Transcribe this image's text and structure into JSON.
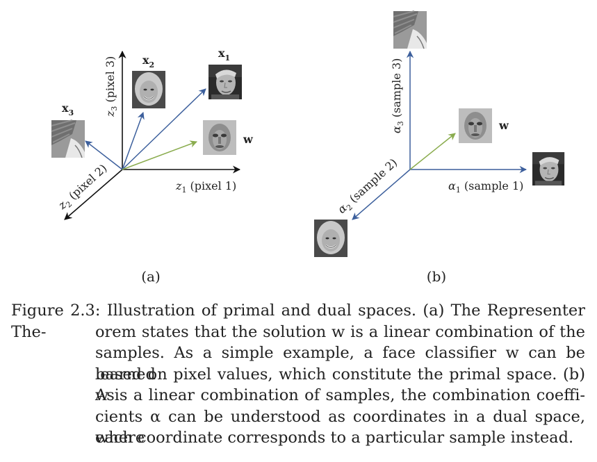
{
  "panel_a": {
    "axis_x_symbol": "z",
    "axis_x_sub": "1",
    "axis_x_text": " (pixel 1)",
    "axis_y_symbol": "z",
    "axis_y_sub": "3",
    "axis_y_text": " (pixel 3)",
    "axis_z_symbol": "z",
    "axis_z_sub": "2",
    "axis_z_text": " (pixel 2)",
    "vec1_symbol": "x",
    "vec1_sub": "1",
    "vec2_symbol": "x",
    "vec2_sub": "2",
    "vec3_symbol": "x",
    "vec3_sub": "3",
    "weight_label": "w",
    "panel_label": "(a)"
  },
  "panel_b": {
    "axis_x_symbol": "α",
    "axis_x_sub": "1",
    "axis_x_text": " (sample 1)",
    "axis_y_symbol": "α",
    "axis_y_sub": "3",
    "axis_y_text": " (sample 3)",
    "axis_z_symbol": "α",
    "axis_z_sub": "2",
    "axis_z_text": " (sample 2)",
    "weight_label": "w",
    "panel_label": "(b)"
  },
  "colors": {
    "axis": "#111111",
    "sample_vector": "#3c5f9c",
    "weight_vector": "#8aac4e"
  },
  "caption": {
    "lines": [
      "Figure 2.3: Illustration of primal and dual spaces. (a) The Representer The-",
      "orem states that the solution w is a linear combination of the",
      "samples. As a simple example, a face classifier w can be learned",
      "based on pixel values, which constitute the primal space. (b) As",
      "w is a linear combination of samples, the combination coeffi-",
      "cients α can be understood as coordinates in a dual space, where",
      "each coordinate corresponds to a particular sample instead."
    ]
  }
}
